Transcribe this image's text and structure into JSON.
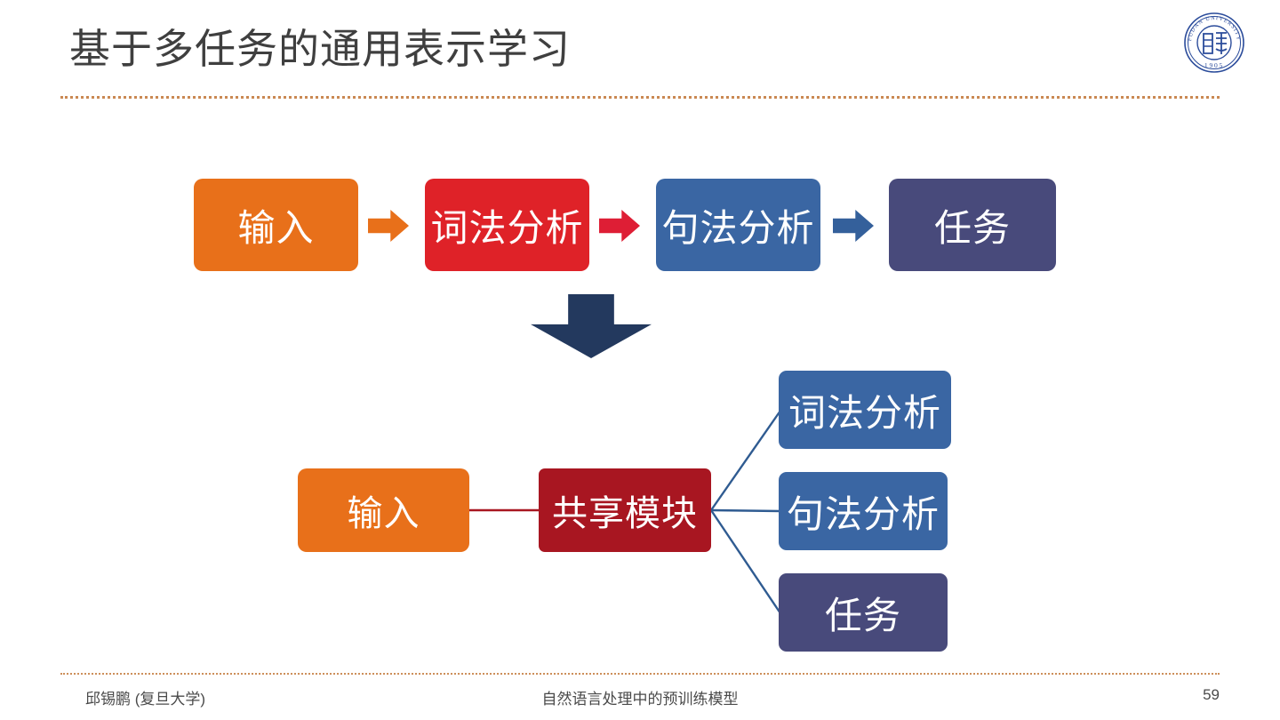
{
  "slide": {
    "title": "基于多任务的通用表示学习",
    "logo_alt": "fudan-university-seal",
    "logo_text_outer": "FUDAN UNIVERSITY",
    "logo_text_year": "1905",
    "accent_dotted": "#c8834a"
  },
  "pipeline": {
    "nodes": [
      {
        "label": "输入",
        "color": "#E8701A"
      },
      {
        "label": "词法分析",
        "color": "#DF2228"
      },
      {
        "label": "句法分析",
        "color": "#3A66A3"
      },
      {
        "label": "任务",
        "color": "#484A7B"
      }
    ],
    "arrows": [
      {
        "name": "arrow-1",
        "color": "#E8701A"
      },
      {
        "name": "arrow-2",
        "color": "#DE1E35"
      },
      {
        "name": "arrow-3",
        "color": "#34609B"
      }
    ],
    "transition_arrow": {
      "name": "down-arrow",
      "color": "#23395E"
    }
  },
  "multitask": {
    "input": {
      "label": "输入",
      "color": "#E8701A"
    },
    "shared": {
      "label": "共享模块",
      "color": "#A81621"
    },
    "heads": [
      {
        "label": "词法分析",
        "color": "#3A66A3"
      },
      {
        "label": "句法分析",
        "color": "#3A66A3"
      },
      {
        "label": "任务",
        "color": "#484A7B"
      }
    ],
    "input_link_color": "#A81621",
    "head_link_color": "#2F5B91"
  },
  "footer": {
    "author": "邱锡鹏 (复旦大学)",
    "subject": "自然语言处理中的预训练模型",
    "page": "59"
  }
}
